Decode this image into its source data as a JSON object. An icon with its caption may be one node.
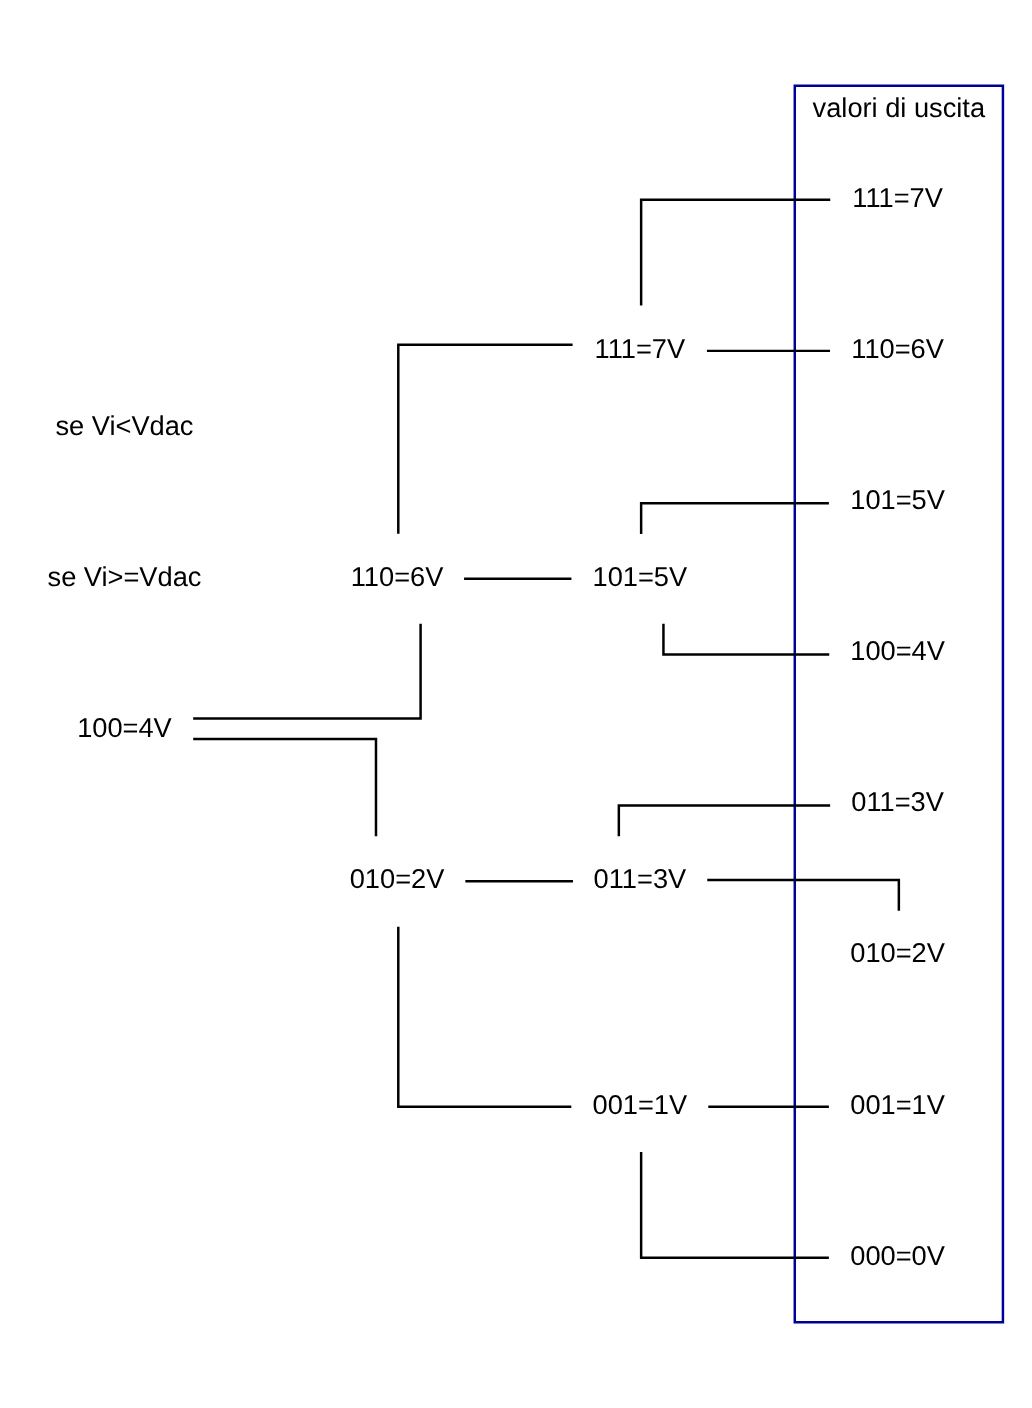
{
  "diagram": {
    "nodes": [
      {
        "text": [
          "100=4V"
        ]
      },
      {
        "text": [
          "110=6V"
        ]
      },
      {
        "text": [
          "111=7V"
        ]
      },
      {
        "text": [
          "101=5V"
        ]
      },
      {
        "text": [
          "010=2V"
        ]
      },
      {
        "text": [
          "011=3V"
        ]
      },
      {
        "text": [
          "001=1V"
        ]
      },
      {
        "text": [
          "valori di uscita"
        ]
      },
      {
        "text": [
          "111=7V"
        ],
        "in": 7
      },
      {
        "text": [
          "110=6V"
        ],
        "in": 7
      },
      {
        "text": [
          "101=5V"
        ],
        "in": 7
      },
      {
        "text": [
          "100=4V"
        ],
        "in": 7
      },
      {
        "text": [
          "011=3V"
        ],
        "in": 7
      },
      {
        "text": [
          "010=2V"
        ],
        "in": 7
      },
      {
        "text": [
          "001=1V"
        ],
        "in": 7
      },
      {
        "text": [
          "000=0V"
        ],
        "in": 7
      }
    ],
    "edges": [
      {
        "from": 0,
        "to": 1,
        "arrow": "none"
      },
      {
        "from": 0,
        "to": 4,
        "arrow": "none"
      },
      {
        "from": 1,
        "to": 2,
        "arrow": "none"
      },
      {
        "from": 1,
        "to": 3,
        "arrow": "none"
      },
      {
        "from": 4,
        "to": 5,
        "arrow": "none"
      },
      {
        "from": 4,
        "to": 6,
        "arrow": "none"
      },
      {
        "from": 2,
        "to": 8,
        "arrow": "none"
      },
      {
        "from": 2,
        "to": 9,
        "arrow": "none"
      },
      {
        "from": 3,
        "to": 10,
        "arrow": "none"
      },
      {
        "from": 3,
        "to": 11,
        "arrow": "none"
      },
      {
        "from": 5,
        "to": 12,
        "arrow": "none"
      },
      {
        "from": 5,
        "to": 13,
        "arrow": "none"
      },
      {
        "from": 6,
        "to": 14,
        "arrow": "none"
      },
      {
        "from": 6,
        "to": 15,
        "arrow": "none"
      }
    ],
    "labels": [
      "se Vi>=Vdac",
      "se Vi<Vdac"
    ]
  }
}
